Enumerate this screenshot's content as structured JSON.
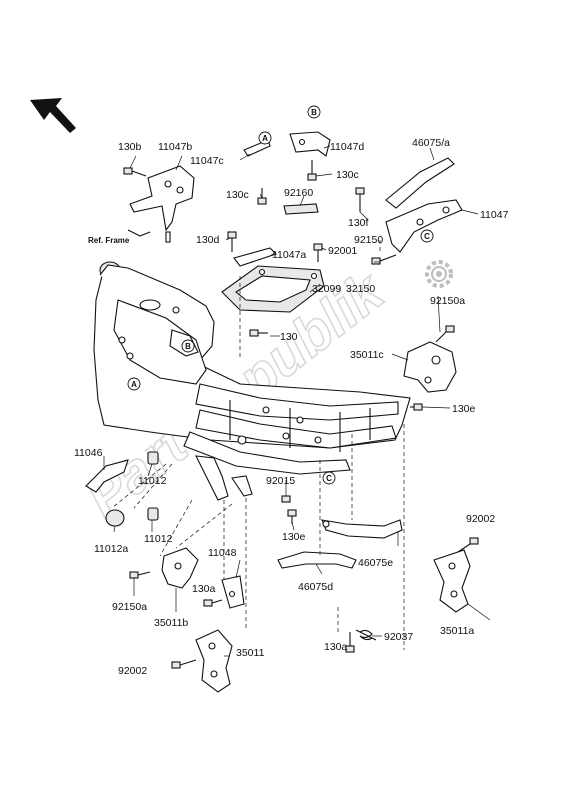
{
  "labels": {
    "l_130b": "130b",
    "l_11047b": "11047b",
    "l_11047c": "11047c",
    "l_130c_1": "130c",
    "l_11047d": "11047d",
    "l_130c_2": "130c",
    "l_46075a": "46075/a",
    "l_92160": "92160",
    "l_130f": "130f",
    "l_11047": "11047",
    "l_ref_frame": "Ref. Frame",
    "l_130d": "130d",
    "l_11047a": "11047a",
    "l_92001": "92001",
    "l_92150": "92150",
    "l_32099": "32099",
    "l_32150": "32150",
    "l_92150a_1": "92150a",
    "l_130": "130",
    "l_35011c": "35011c",
    "l_130e_1": "130e",
    "l_11046": "11046",
    "l_11012_1": "11012",
    "l_92015": "92015",
    "l_92002_1": "92002",
    "l_11012a": "11012a",
    "l_11012_2": "11012",
    "l_130e_2": "130e",
    "l_46075e": "46075e",
    "l_11048": "11048",
    "l_46075d": "46075d",
    "l_92150a_2": "92150a",
    "l_130a_1": "130a",
    "l_35011b": "35011b",
    "l_35011a": "35011a",
    "l_92037": "92037",
    "l_130a_2": "130a",
    "l_92002_2": "92002",
    "l_35011": "35011"
  },
  "callouts": {
    "a": "A",
    "b": "B",
    "c": "C"
  },
  "watermark": {
    "text": "Partsrepublik"
  },
  "icons": {
    "direction": "front-arrow-icon",
    "gear": "gear-icon"
  }
}
